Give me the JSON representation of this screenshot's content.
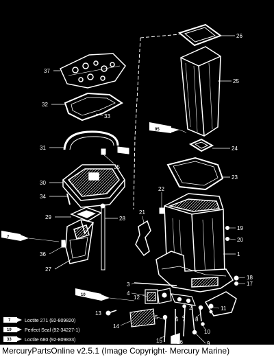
{
  "diagram": {
    "callouts": [
      {
        "id": "c26",
        "text": "26"
      },
      {
        "id": "c37",
        "text": "37"
      },
      {
        "id": "c25",
        "text": "25"
      },
      {
        "id": "c32",
        "text": "32"
      },
      {
        "id": "c33",
        "text": "33"
      },
      {
        "id": "c31",
        "text": "31"
      },
      {
        "id": "c24",
        "text": "24"
      },
      {
        "id": "c35",
        "text": "35"
      },
      {
        "id": "c30",
        "text": "30"
      },
      {
        "id": "c23",
        "text": "23"
      },
      {
        "id": "c34",
        "text": "34"
      },
      {
        "id": "c22",
        "text": "22"
      },
      {
        "id": "c29",
        "text": "29"
      },
      {
        "id": "c21",
        "text": "21"
      },
      {
        "id": "c28",
        "text": "28"
      },
      {
        "id": "c19",
        "text": "19"
      },
      {
        "id": "c20",
        "text": "20"
      },
      {
        "id": "c36",
        "text": "36"
      },
      {
        "id": "c1",
        "text": "1"
      },
      {
        "id": "c27",
        "text": "27"
      },
      {
        "id": "c18",
        "text": "18"
      },
      {
        "id": "c17",
        "text": "17"
      },
      {
        "id": "c3",
        "text": "3"
      },
      {
        "id": "c4",
        "text": "4"
      },
      {
        "id": "c12",
        "text": "12"
      },
      {
        "id": "c2",
        "text": "2"
      },
      {
        "id": "c11",
        "text": "11"
      },
      {
        "id": "c13",
        "text": "13"
      },
      {
        "id": "c14",
        "text": "14"
      },
      {
        "id": "c5",
        "text": "5"
      },
      {
        "id": "c6",
        "text": "6"
      },
      {
        "id": "c7",
        "text": "7"
      },
      {
        "id": "c8",
        "text": "8"
      },
      {
        "id": "c10",
        "text": "10"
      },
      {
        "id": "c9",
        "text": "9"
      },
      {
        "id": "c15",
        "text": "15"
      },
      {
        "id": "c16",
        "text": "16"
      }
    ],
    "tube_labels": {
      "t95": "95",
      "t7": "7",
      "t10": "10"
    },
    "legend": [
      {
        "code": "7",
        "text": "Loctite 271 (92-809820)"
      },
      {
        "code": "19",
        "text": "Perfect Seal (92-34227-1)"
      },
      {
        "code": "33",
        "text": "Loctite 680 (92-809833)"
      }
    ]
  },
  "footer": {
    "text": "MercuryPartsOnline v2.5.1 (Image Copyright- Mercury Marine)"
  }
}
